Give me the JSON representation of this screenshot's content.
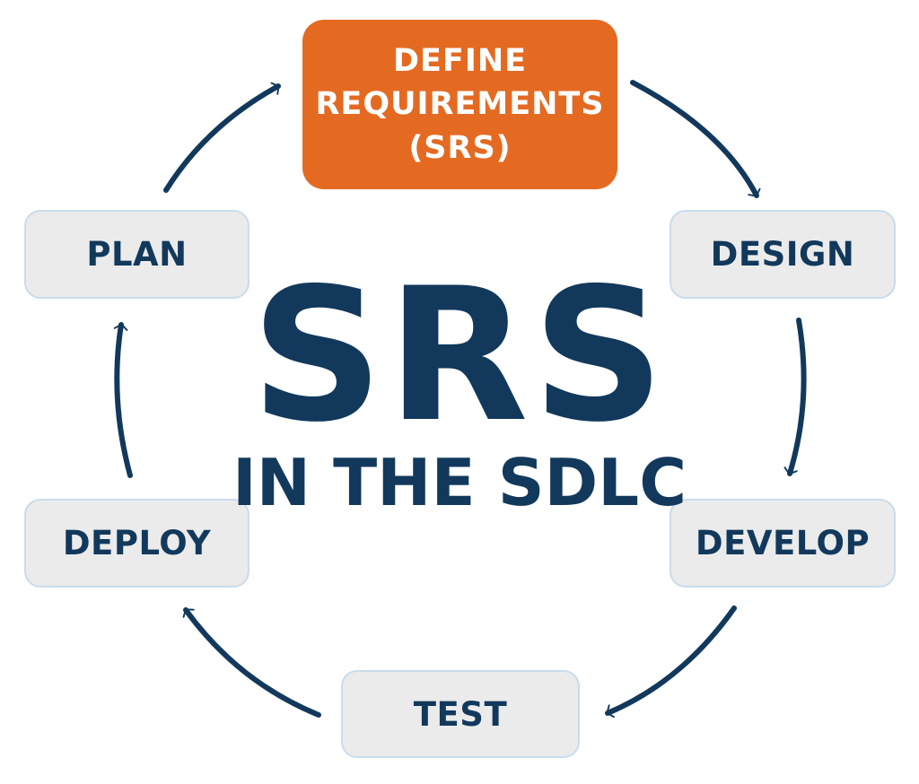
{
  "diagram": {
    "title": "SRS",
    "subtitle": "IN THE SDLC",
    "highlight_stage": {
      "line1": "DEFINE",
      "line2": "REQUIREMENTS",
      "line3": "(SRS)"
    },
    "stages": {
      "design": "DESIGN",
      "develop": "DEVELOP",
      "test": "TEST",
      "deploy": "DEPLOY",
      "plan": "PLAN"
    },
    "colors": {
      "accent": "#E46A22",
      "navy": "#12395C",
      "stage_bg": "#EBEBEB",
      "stage_border": "#C9DCEB"
    }
  }
}
